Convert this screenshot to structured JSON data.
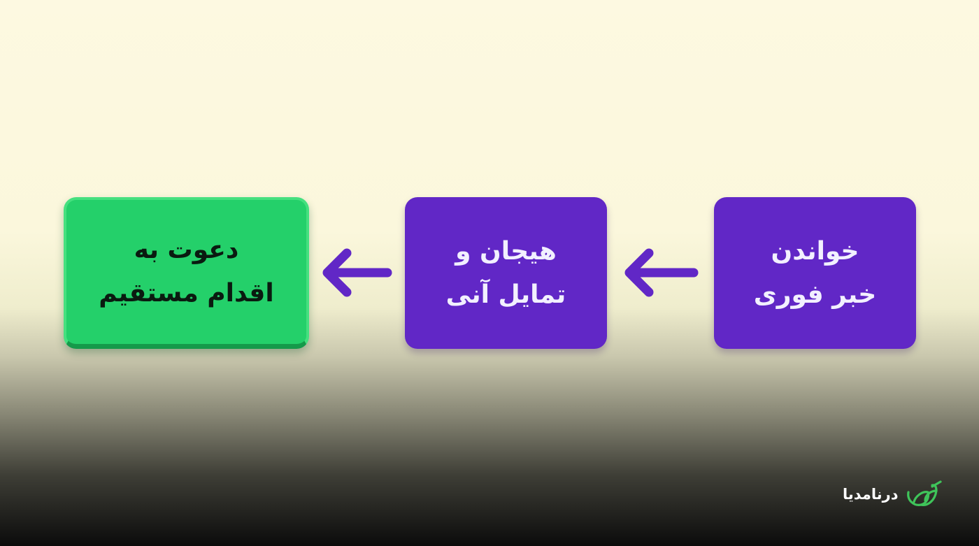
{
  "diagram": {
    "nodes": [
      {
        "id": "reading",
        "label": "خواندن\nخبر فوری",
        "color": "#6127c6"
      },
      {
        "id": "excitement",
        "label": "هیجان و\nتمایل آنی",
        "color": "#6127c6"
      },
      {
        "id": "action",
        "label": "دعوت به\nاقدام مستقیم",
        "color": "#24d06a"
      }
    ],
    "edges": [
      {
        "from": "reading",
        "to": "excitement"
      },
      {
        "from": "excitement",
        "to": "action"
      }
    ],
    "arrow_color": "#6127c6"
  },
  "brand": {
    "name": "درنامدیا",
    "logo_icon": "leaf-bird-logo",
    "logo_color": "#3fc45a"
  }
}
